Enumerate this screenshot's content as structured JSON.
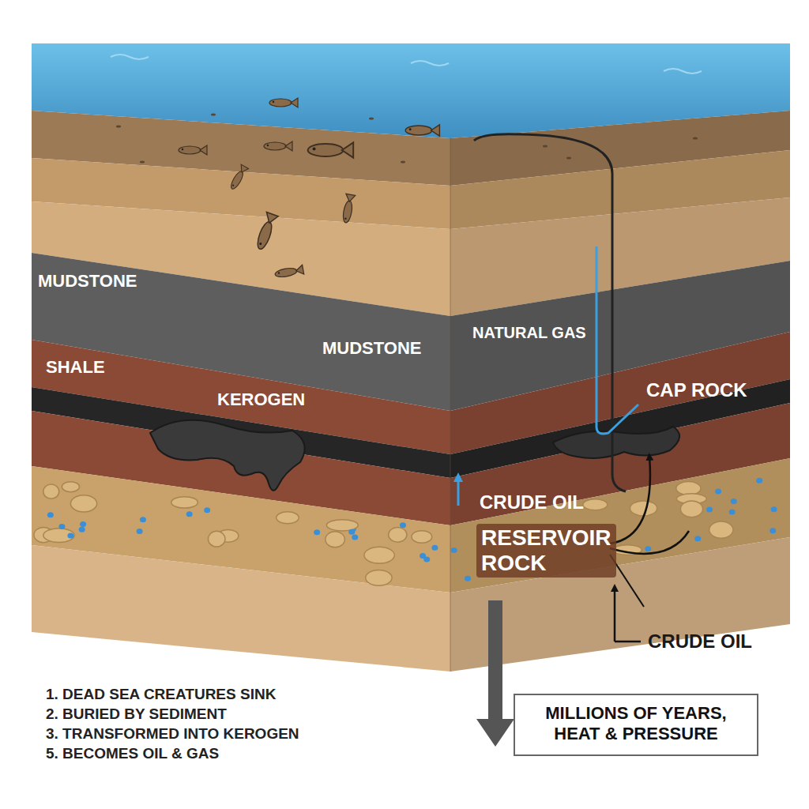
{
  "diagram": {
    "nodes": [
      {
        "text": [
          "MILLIONS OF YEARS, HEAT & PRESSURE"
        ]
      }
    ],
    "labels": [
      "MUDSTONE",
      "SHALE",
      "KEROGEN",
      "MUDSTONE",
      "NATURAL GAS",
      "CAP ROCK",
      "CRUDE OIL",
      "RESERVOIR ROCK",
      "CRUDE OIL",
      "1. DEAD SEA CREATURES SINK",
      "2. BURIED BY SEDIMENT",
      "3. TRANSFORMED INTO KEROGEN",
      "5. BECOMES OIL & GAS"
    ]
  }
}
